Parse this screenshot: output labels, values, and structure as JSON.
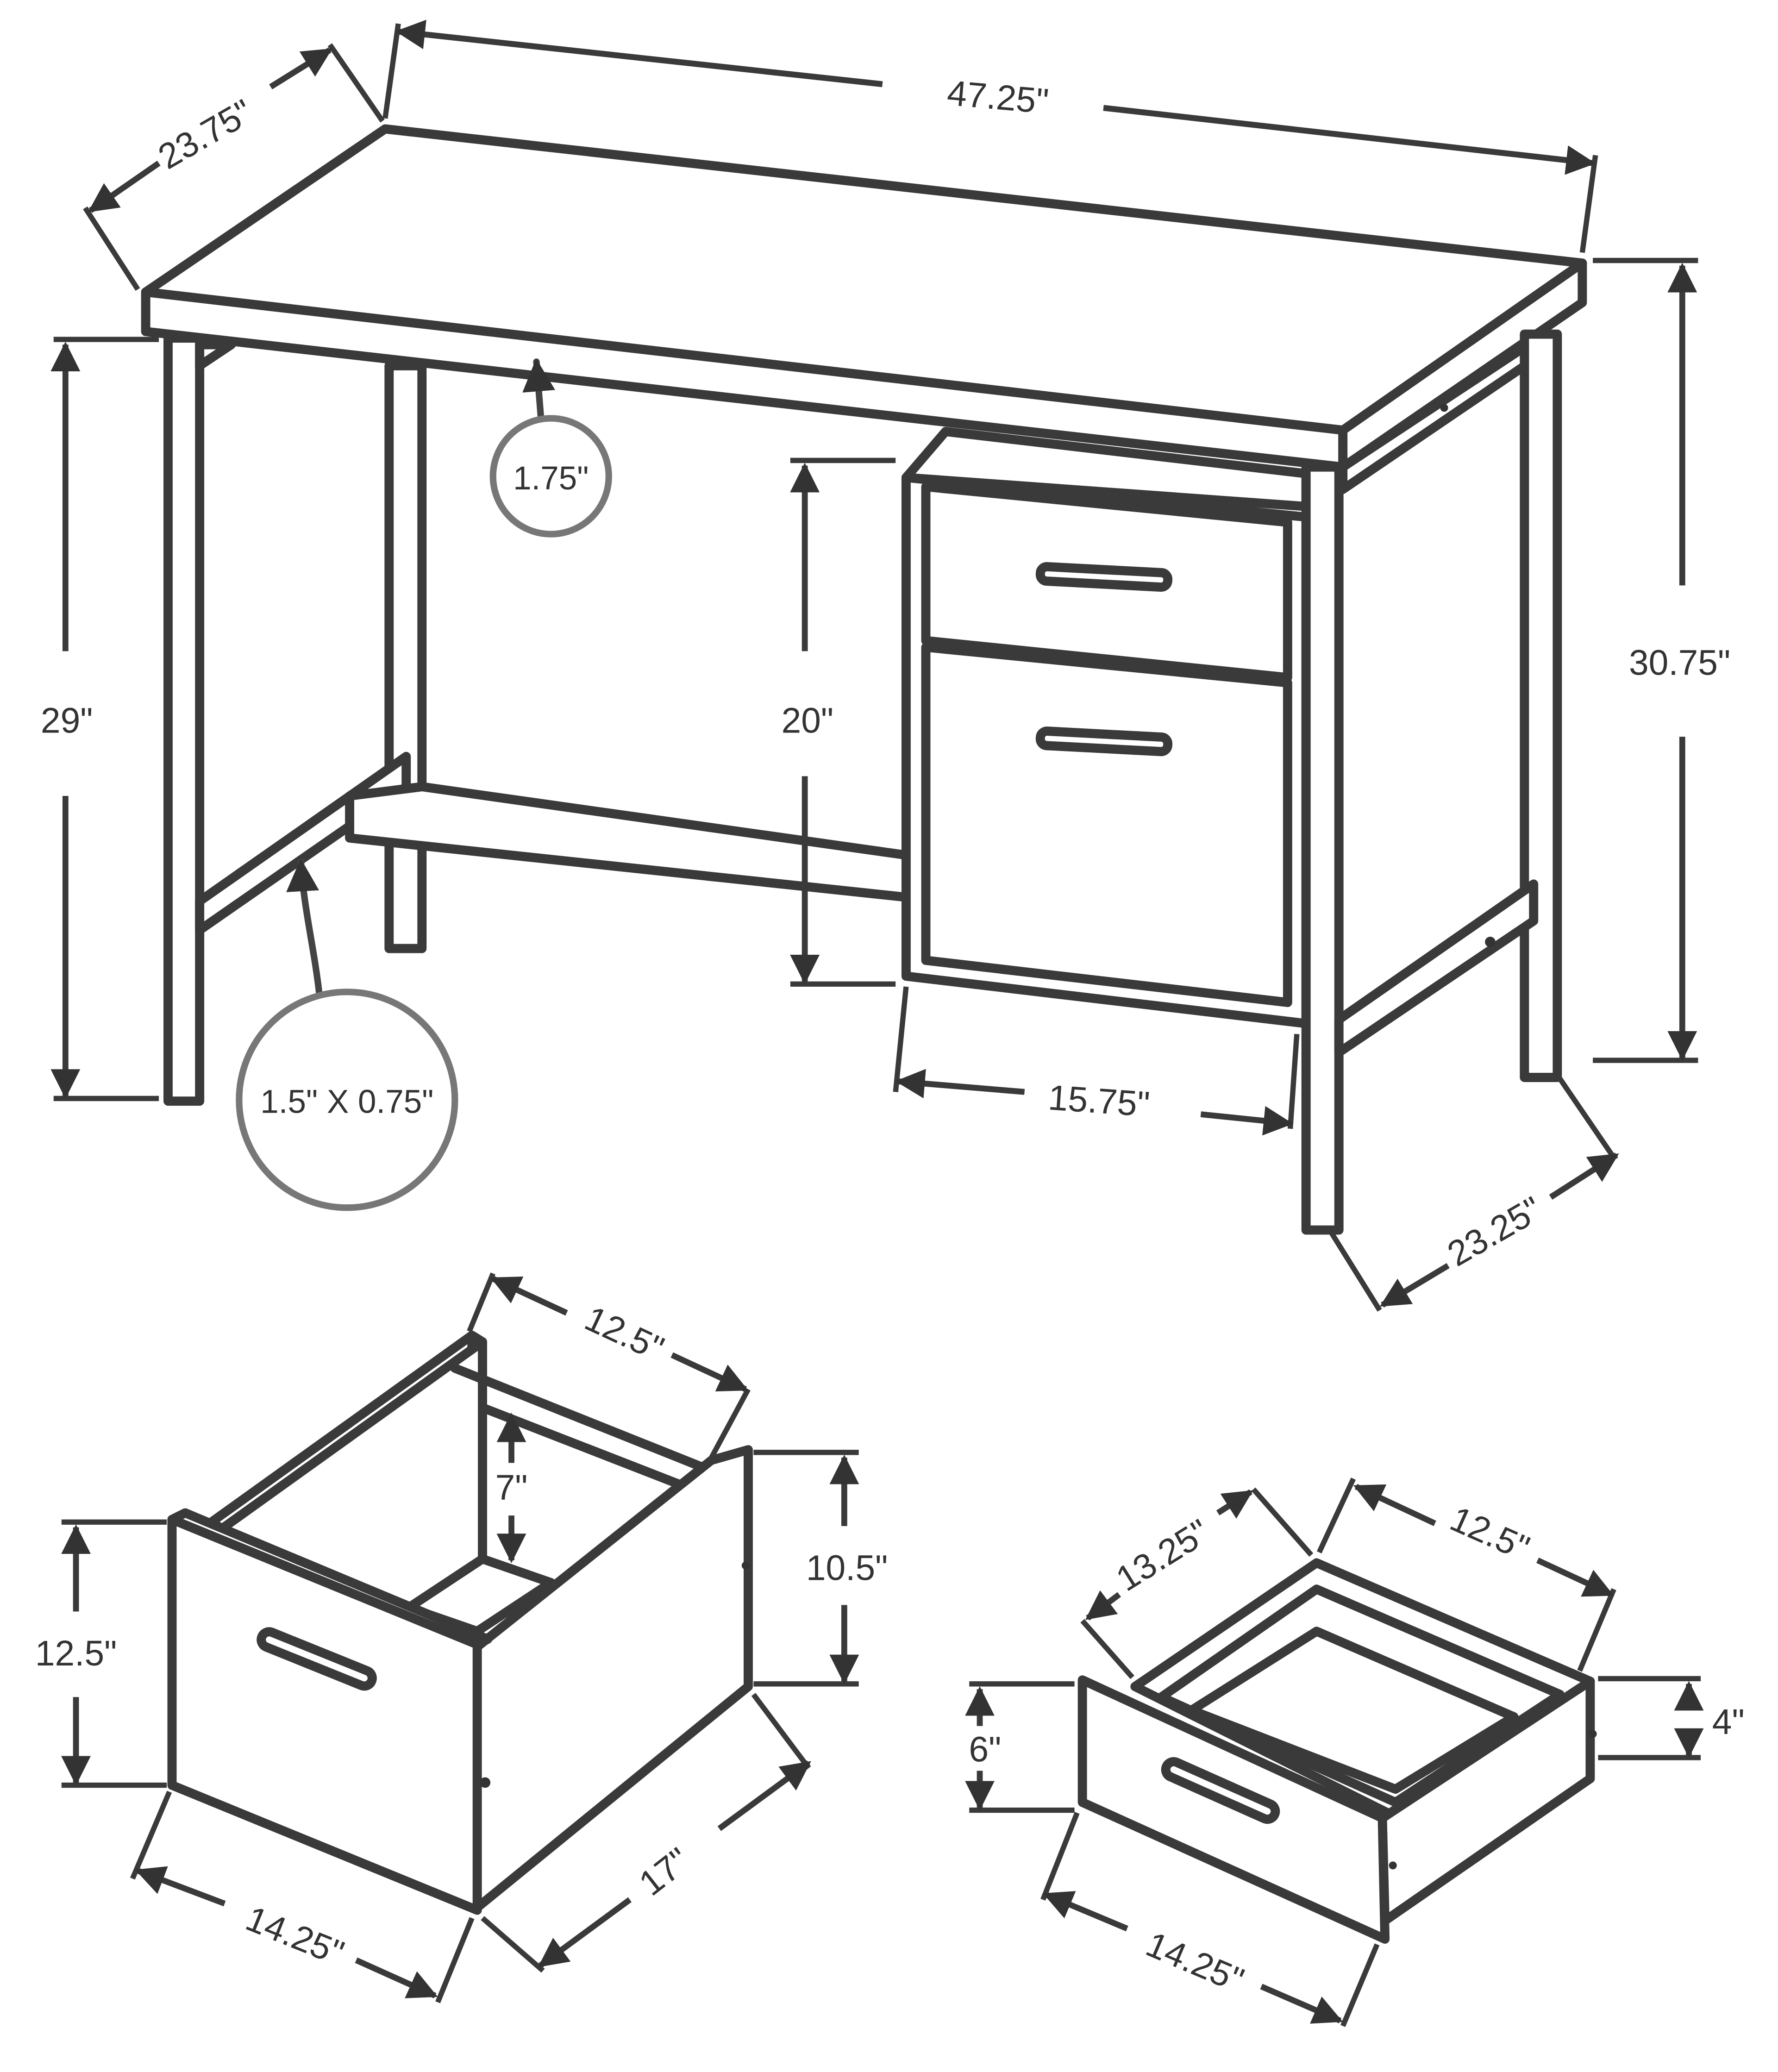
{
  "dimensions": {
    "top_width": "47.25\"",
    "top_depth": "23.75\"",
    "overall_height": "30.75\"",
    "leg_height": "29\"",
    "top_thickness": "1.75\"",
    "leg_profile": "1.5\" X 0.75\"",
    "cabinet_height": "20\"",
    "cabinet_width": "15.75\"",
    "side_depth": "23.25\"",
    "file_drawer_inner_width": "12.5\"",
    "file_drawer_inner_height": "7\"",
    "file_drawer_box_height": "10.5\"",
    "file_drawer_front_height": "12.5\"",
    "file_drawer_front_width": "14.25\"",
    "file_drawer_depth": "17\"",
    "small_drawer_depth": "13.25\"",
    "small_drawer_inner_width": "12.5\"",
    "small_drawer_front_height": "6\"",
    "small_drawer_box_height": "4\"",
    "small_drawer_front_width": "14.25\""
  }
}
